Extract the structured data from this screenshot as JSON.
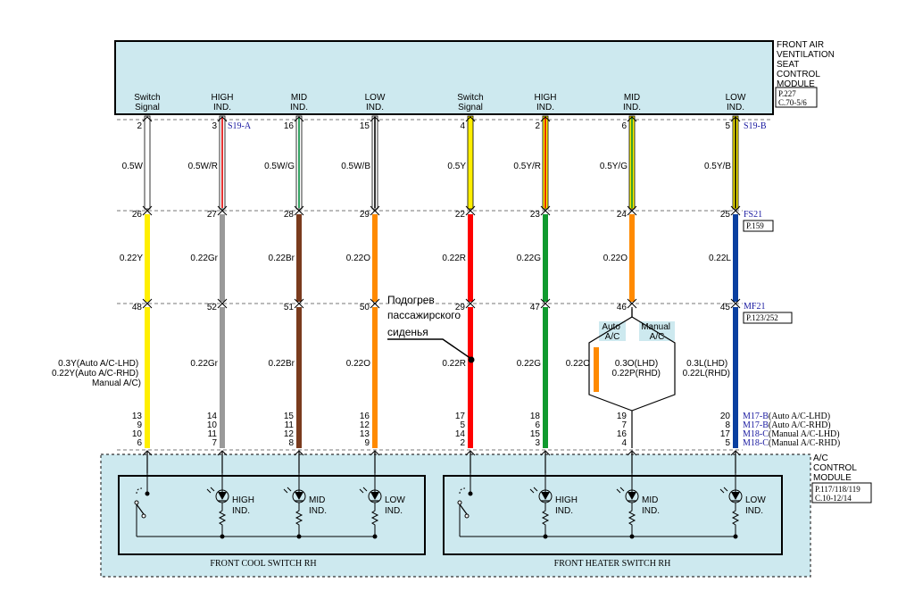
{
  "top_module": {
    "name_lines": [
      "FRONT AIR",
      "VENTILATION",
      "SEAT",
      "CONTROL",
      "MODULE"
    ],
    "ref_lines": [
      "P.227",
      "C.70-5/6"
    ],
    "pin_labels": [
      [
        "Switch",
        "Signal"
      ],
      [
        "HIGH",
        "IND."
      ],
      [
        "MID",
        "IND."
      ],
      [
        "LOW",
        "IND."
      ],
      [
        "Switch",
        "Signal"
      ],
      [
        "HIGH",
        "IND."
      ],
      [
        "MID",
        "IND."
      ],
      [
        "LOW",
        "IND."
      ]
    ]
  },
  "circuits": [
    {
      "pin_top": "2",
      "wire_top": "0.5W",
      "color_top": "#ffffff",
      "stripe_top": "",
      "pin_fs": "26",
      "wire_mid": "0.22Y",
      "color_mid": "#ffef00",
      "pin_mf": "48",
      "wire_bot": "0.22Y",
      "color_bot": "#ffef00",
      "pins_bottom": [
        "13",
        "9",
        "10",
        "6"
      ]
    },
    {
      "pin_top": "3",
      "wire_top": "0.5W/R",
      "color_top": "#ffffff",
      "stripe_top": "#e00000",
      "pin_fs": "27",
      "wire_mid": "0.22Gr",
      "color_mid": "#9a9a9a",
      "pin_mf": "52",
      "wire_bot": "0.22Gr",
      "color_bot": "#9a9a9a",
      "pins_bottom": [
        "14",
        "10",
        "11",
        "7"
      ]
    },
    {
      "pin_top": "16",
      "wire_top": "0.5W/G",
      "color_top": "#ffffff",
      "stripe_top": "#008a3a",
      "pin_fs": "28",
      "wire_mid": "0.22Br",
      "color_mid": "#7a3b1e",
      "pin_mf": "51",
      "wire_bot": "0.22Br",
      "color_bot": "#7a3b1e",
      "pins_bottom": [
        "15",
        "11",
        "12",
        "8"
      ]
    },
    {
      "pin_top": "15",
      "wire_top": "0.5W/B",
      "color_top": "#ffffff",
      "stripe_top": "#000000",
      "pin_fs": "29",
      "wire_mid": "0.22O",
      "color_mid": "#ff8a00",
      "pin_mf": "50",
      "wire_bot": "0.22O",
      "color_bot": "#ff8a00",
      "pins_bottom": [
        "16",
        "12",
        "13",
        "9"
      ]
    },
    {
      "pin_top": "4",
      "wire_top": "0.5Y",
      "color_top": "#ffef00",
      "stripe_top": "",
      "pin_fs": "22",
      "wire_mid": "0.22R",
      "color_mid": "#ff0000",
      "pin_mf": "29",
      "wire_bot": "0.22R",
      "color_bot": "#ff0000",
      "pins_bottom": [
        "17",
        "5",
        "14",
        "2"
      ]
    },
    {
      "pin_top": "2",
      "wire_top": "0.5Y/R",
      "color_top": "#ffef00",
      "stripe_top": "#e00000",
      "pin_fs": "23",
      "wire_mid": "0.22G",
      "color_mid": "#0f9a2e",
      "pin_mf": "47",
      "wire_bot": "0.22G",
      "color_bot": "#0f9a2e",
      "pins_bottom": [
        "18",
        "6",
        "15",
        "3"
      ]
    },
    {
      "pin_top": "6",
      "wire_top": "0.5Y/G",
      "color_top": "#ffef00",
      "stripe_top": "#008a3a",
      "pin_fs": "24",
      "wire_mid": "0.22O",
      "color_mid": "#ff8a00",
      "pin_mf": "46",
      "wire_bot": "",
      "color_bot": "#000000",
      "pins_bottom": [
        "19",
        "7",
        "16",
        "4"
      ]
    },
    {
      "pin_top": "5",
      "wire_top": "0.5Y/B",
      "color_top": "#ffef00",
      "stripe_top": "#000000",
      "pin_fs": "25",
      "wire_mid": "0.22L",
      "color_mid": "#0a3fa0",
      "pin_mf": "45",
      "wire_bot": "",
      "color_bot": "#0a3fa0",
      "pins_bottom": [
        "20",
        "8",
        "17",
        "5"
      ]
    }
  ],
  "left_bottom_wire_label": [
    "0.3Y(Auto A/C-LHD)",
    "0.22Y(Auto A/C-RHD)",
    "Manual A/C)"
  ],
  "connectors": {
    "s19a": "S19-A",
    "s19b": "S19-B",
    "fs21": "FS21",
    "fs21_ref": "P.159",
    "mf21": "MF21",
    "mf21_ref": "P.123/252"
  },
  "branch": {
    "auto_label": [
      "Auto",
      "A/C"
    ],
    "manual_label": [
      "Manual",
      "A/C"
    ],
    "auto_wire": "0.22O",
    "mid_wire": [
      "0.3O(LHD)",
      "0.22P(RHD)"
    ],
    "low_wire": [
      "0.3L(LHD)",
      "0.22L(RHD)"
    ]
  },
  "bottom_connectors": [
    {
      "code": "M17-B",
      "desc": "(Auto A/C-LHD)"
    },
    {
      "code": "M17-B",
      "desc": "(Auto A/C-RHD)"
    },
    {
      "code": "M18-C",
      "desc": "(Manual A/C-LHD)"
    },
    {
      "code": "M18-C",
      "desc": "(Manual A/C-RHD)"
    }
  ],
  "annotation_lines": [
    "Подогрев",
    "пассажирского",
    "сиденья"
  ],
  "bottom_module": {
    "name_lines": [
      "A/C",
      "CONTROL",
      "MODULE"
    ],
    "ref_lines": [
      "P.117/118/119",
      "C.10-12/14"
    ],
    "left_switch_title": "FRONT COOL SWITCH RH",
    "right_switch_title": "FRONT HEATER SWITCH RH",
    "led_labels": [
      [
        "HIGH",
        "IND."
      ],
      [
        "MID",
        "IND."
      ],
      [
        "LOW",
        "IND."
      ]
    ]
  },
  "colors": {
    "module_fill": "#cde9ef",
    "connector_ref_blue": "#1a1aa0",
    "dashed_line": "#777777"
  }
}
